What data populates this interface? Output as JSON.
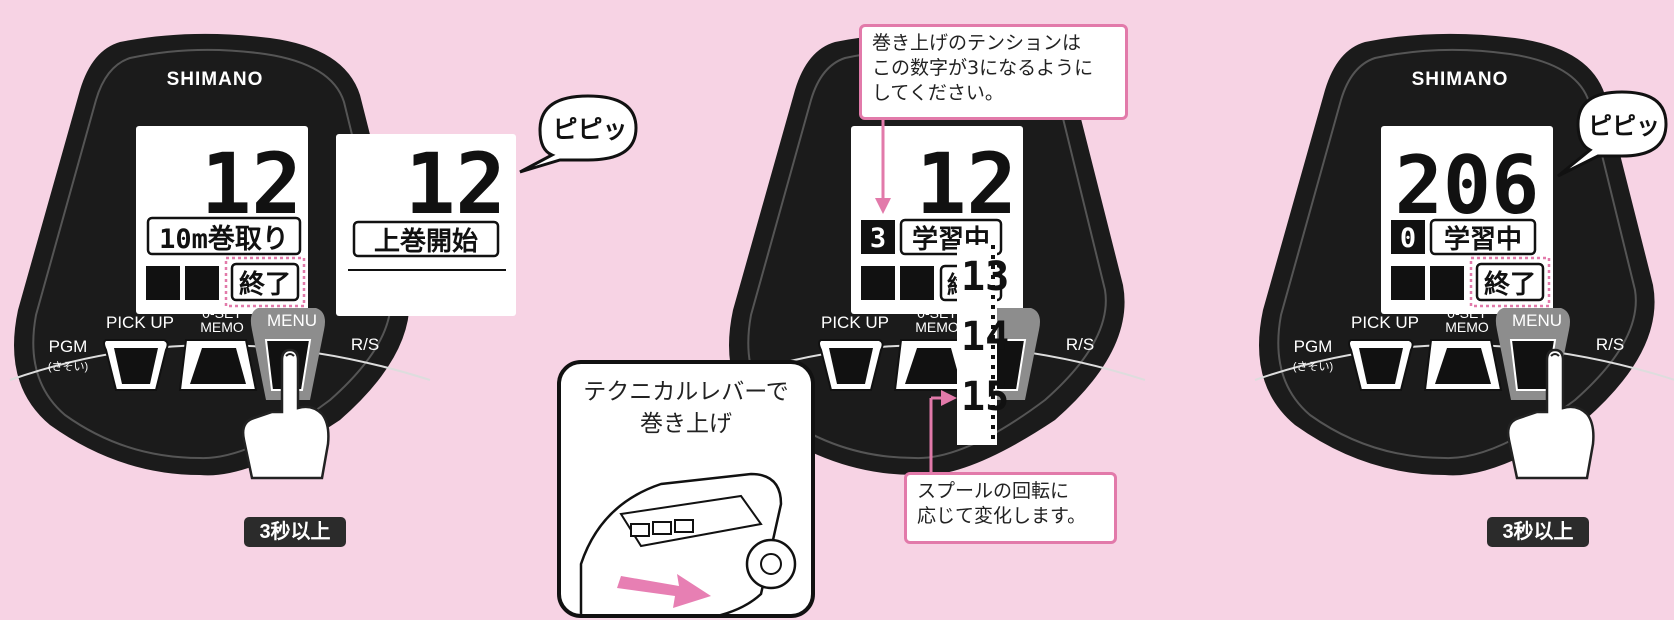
{
  "brand": "SHIMANO",
  "buttons": {
    "pgm": "PGM",
    "pgm_sub": "(さそい)",
    "pickup": "PICK UP",
    "zero_set_top": "0-SET",
    "zero_set_bottom": "MEMO",
    "menu": "MENU",
    "rs": "R/S"
  },
  "panel1": {
    "depth": "12",
    "mode": "10m巻取り",
    "end": "終了",
    "badge": "3秒以上"
  },
  "popup1": {
    "depth": "12",
    "message": "上巻開始",
    "bubble": "ピピッ"
  },
  "panel2": {
    "depth": "12",
    "tension": "3",
    "status": "学習中",
    "end": "終了",
    "rolling_numbers": [
      "13",
      "14",
      "15"
    ],
    "callout_top": [
      "巻き上げのテンションは",
      "この数字が3になるように",
      "してください。"
    ],
    "callout_bottom": [
      "スプールの回転に",
      "応じて変化します。"
    ],
    "lever_caption": [
      "テクニカルレバーで",
      "巻き上げ"
    ]
  },
  "panel3": {
    "depth": "206",
    "tension": "0",
    "status": "学習中",
    "end": "終了",
    "badge": "3秒以上",
    "bubble": "ピピッ"
  },
  "colors": {
    "background": "#f7d3e4",
    "device": "#1b1b1b",
    "accent_pink": "#e27aaa",
    "lcd": "#ffffff",
    "menu_button_highlight": "#8d8d8d"
  }
}
